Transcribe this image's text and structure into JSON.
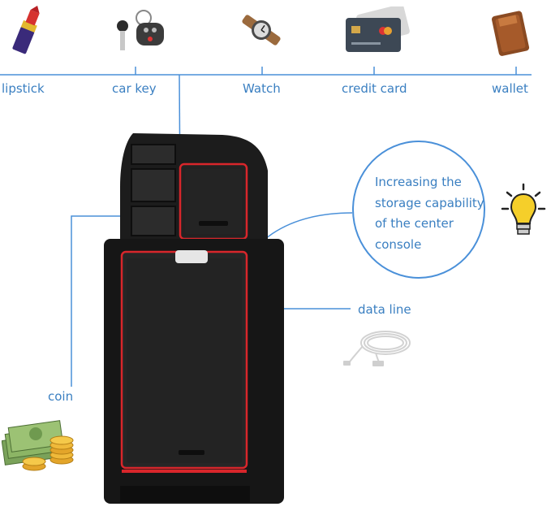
{
  "items": {
    "lipstick": "lipstick",
    "car_key": "car key",
    "watch": "Watch",
    "credit_card": "credit card",
    "wallet": "wallet"
  },
  "callout": {
    "line1": "Increasing the",
    "line2": "storage capability",
    "line3": "of the center",
    "line4": "console"
  },
  "data_line": "data line",
  "coin": "coin",
  "colors": {
    "accent_blue": "#4a90d9",
    "label_blue": "#3a7fc1",
    "tray_black": "#1c1c1c",
    "tray_red": "#d8262b"
  }
}
